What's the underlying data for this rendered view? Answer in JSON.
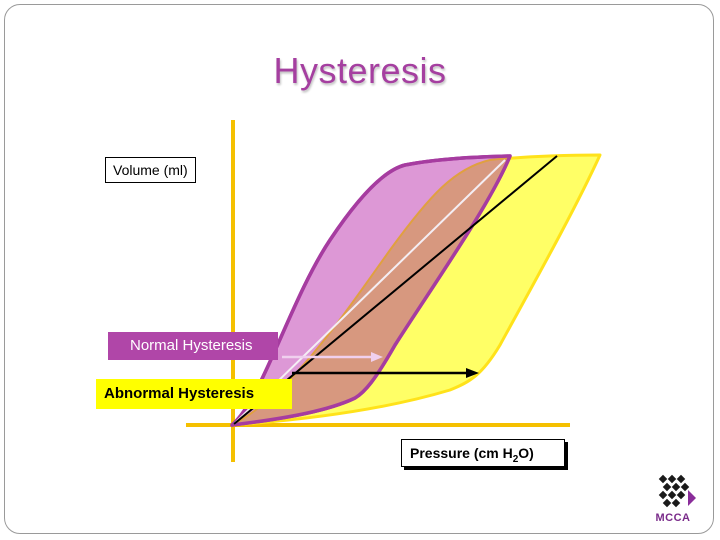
{
  "slide": {
    "title": "Hysteresis"
  },
  "labels": {
    "volume": "Volume (ml)",
    "normal": "Normal Hysteresis",
    "abnormal": "Abnormal Hysteresis",
    "pressure_prefix": "Pressure (cm H",
    "pressure_sub": "2",
    "pressure_suffix": "O)"
  },
  "logo": {
    "text": "MCCA"
  },
  "colors": {
    "title": "#a53fa0",
    "axis": "#f5c000",
    "normal_loop_fill": "#dd98d6",
    "normal_loop_stroke": "#a63ca0",
    "abnormal_loop_fill": "#ffff66",
    "abnormal_loop_stroke": "#ffe21a",
    "overlap_fill": "#d7987f",
    "normal_label_bg": "#b046a8",
    "abnormal_label_bg": "#ffff00"
  }
}
